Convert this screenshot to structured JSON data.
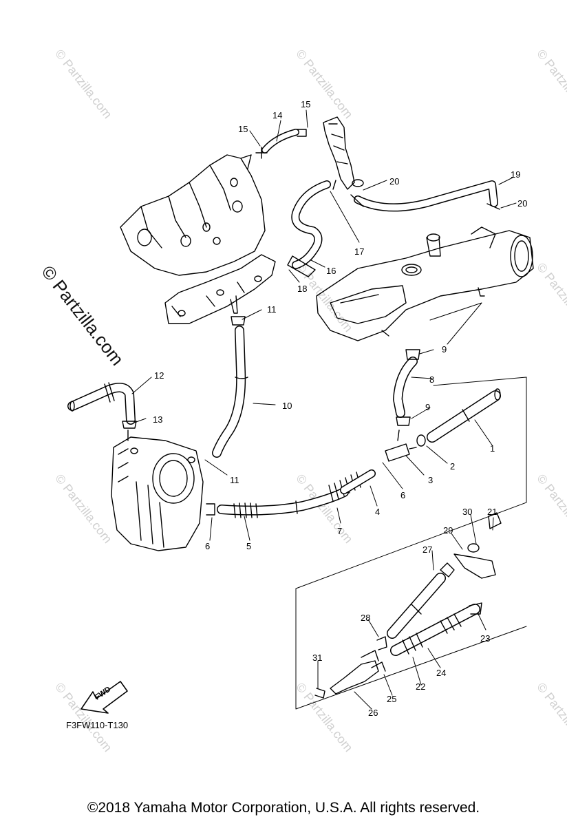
{
  "watermark": {
    "text": "© Partzilla.com",
    "instances": 12
  },
  "diagram": {
    "code": "F3FW110-T130",
    "fwd_label": "FWD",
    "callouts": {
      "c1": "1",
      "c2": "2",
      "c3": "3",
      "c4": "4",
      "c5": "5",
      "c6a": "6",
      "c6b": "6",
      "c7": "7",
      "c8": "8",
      "c9a": "9",
      "c9b": "9",
      "c10": "10",
      "c11a": "11",
      "c11b": "11",
      "c12": "12",
      "c13": "13",
      "c14": "14",
      "c15a": "15",
      "c15b": "15",
      "c16": "16",
      "c17": "17",
      "c18": "18",
      "c19": "19",
      "c20a": "20",
      "c20b": "20",
      "c21": "21",
      "c22": "22",
      "c23": "23",
      "c24": "24",
      "c25": "25",
      "c26": "26",
      "c27": "27",
      "c28": "28",
      "c29": "29",
      "c30": "30",
      "c31": "31"
    }
  },
  "footer": {
    "copyright": "©2018  Yamaha Motor Corporation, U.S.A. All rights reserved."
  }
}
